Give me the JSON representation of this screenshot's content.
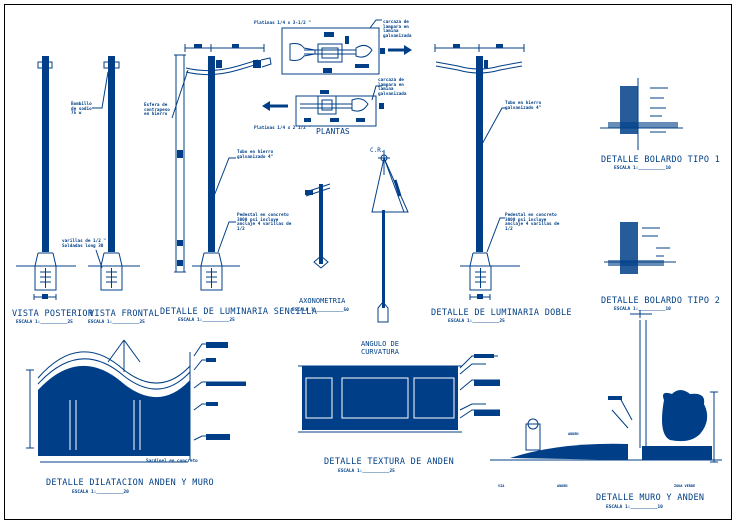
{
  "drawing": {
    "line_color": "#003f87",
    "background": "#ffffff",
    "frame_color": "#000000"
  },
  "views": {
    "vista_posterior": {
      "title": "VISTA POSTERIOR",
      "scale": "ESCALA 1:__________25"
    },
    "vista_frontal": {
      "title": "VISTA FRONTAL",
      "scale": "ESCALA 1:__________25"
    },
    "luminaria_sencilla": {
      "title": "DETALLE DE LUMINARIA SENCILLA",
      "scale": "ESCALA 1:__________25"
    },
    "axonometria": {
      "title": "AXONOMETRIA",
      "scale": "ESCALA 1:__________50"
    },
    "luminaria_doble": {
      "title": "DETALLE DE LUMINARIA DOBLE",
      "scale": "ESCALA 1:__________25"
    },
    "plantas": {
      "title": "PLANTAS"
    },
    "bolardo_1": {
      "title": "DETALLE BOLARDO TIPO 1",
      "scale": "ESCALA 1:__________10"
    },
    "bolardo_2": {
      "title": "DETALLE BOLARDO TIPO 2",
      "scale": "ESCALA 1:__________10"
    },
    "dilatacion": {
      "title": "DETALLE DILATACION ANDEN Y MURO",
      "scale": "ESCALA 1:__________20"
    },
    "textura": {
      "title": "DETALLE TEXTURA DE ANDEN",
      "scale": "ESCALA 1:__________25",
      "heading": "ANGULO DE\nCURVATURA"
    },
    "muro_anden": {
      "title": "DETALLE MURO Y ANDEN",
      "scale": "ESCALA 1:__________10"
    }
  },
  "notes": {
    "bombillo": "Bombillo\nde sodio\n75 w",
    "esfera": "Esfera de\ncontrapeso\nen hierro",
    "tubo_1": "Tubo en hierro\ngalvanizado 4\"",
    "tubo_2": "Tubo en hierro\ngalvanizado 4\"",
    "pedestal_1": "Pedestal en concreto\n3000 psi incluye\nanclaje 4 varillas de\n1/2",
    "pedestal_2": "Pedestal en concreto\n3000 psi incluye\nanclaje 4 varillas de\n1/2",
    "varillas": "varillas de 1/2 \"\nSoldadas long 30",
    "platina_top": "Platinas 1/4 x 3-1/2 \"",
    "platina_bottom": "Platinas 1/4 x 2 1/2 \"",
    "carcasa_top": "carcaza de\nlampara en\nlamina\ngalvanizada",
    "carcasa_bottom": "carcaza de\nlampara en\nlamina\ngalvanizada",
    "cr": "C.R.",
    "sardinel": "Sardinel en concreto",
    "via": "VIA",
    "anden": "ANDEN",
    "anden_label": "ANDEN",
    "zona_verde": "ZONA VERDE"
  }
}
